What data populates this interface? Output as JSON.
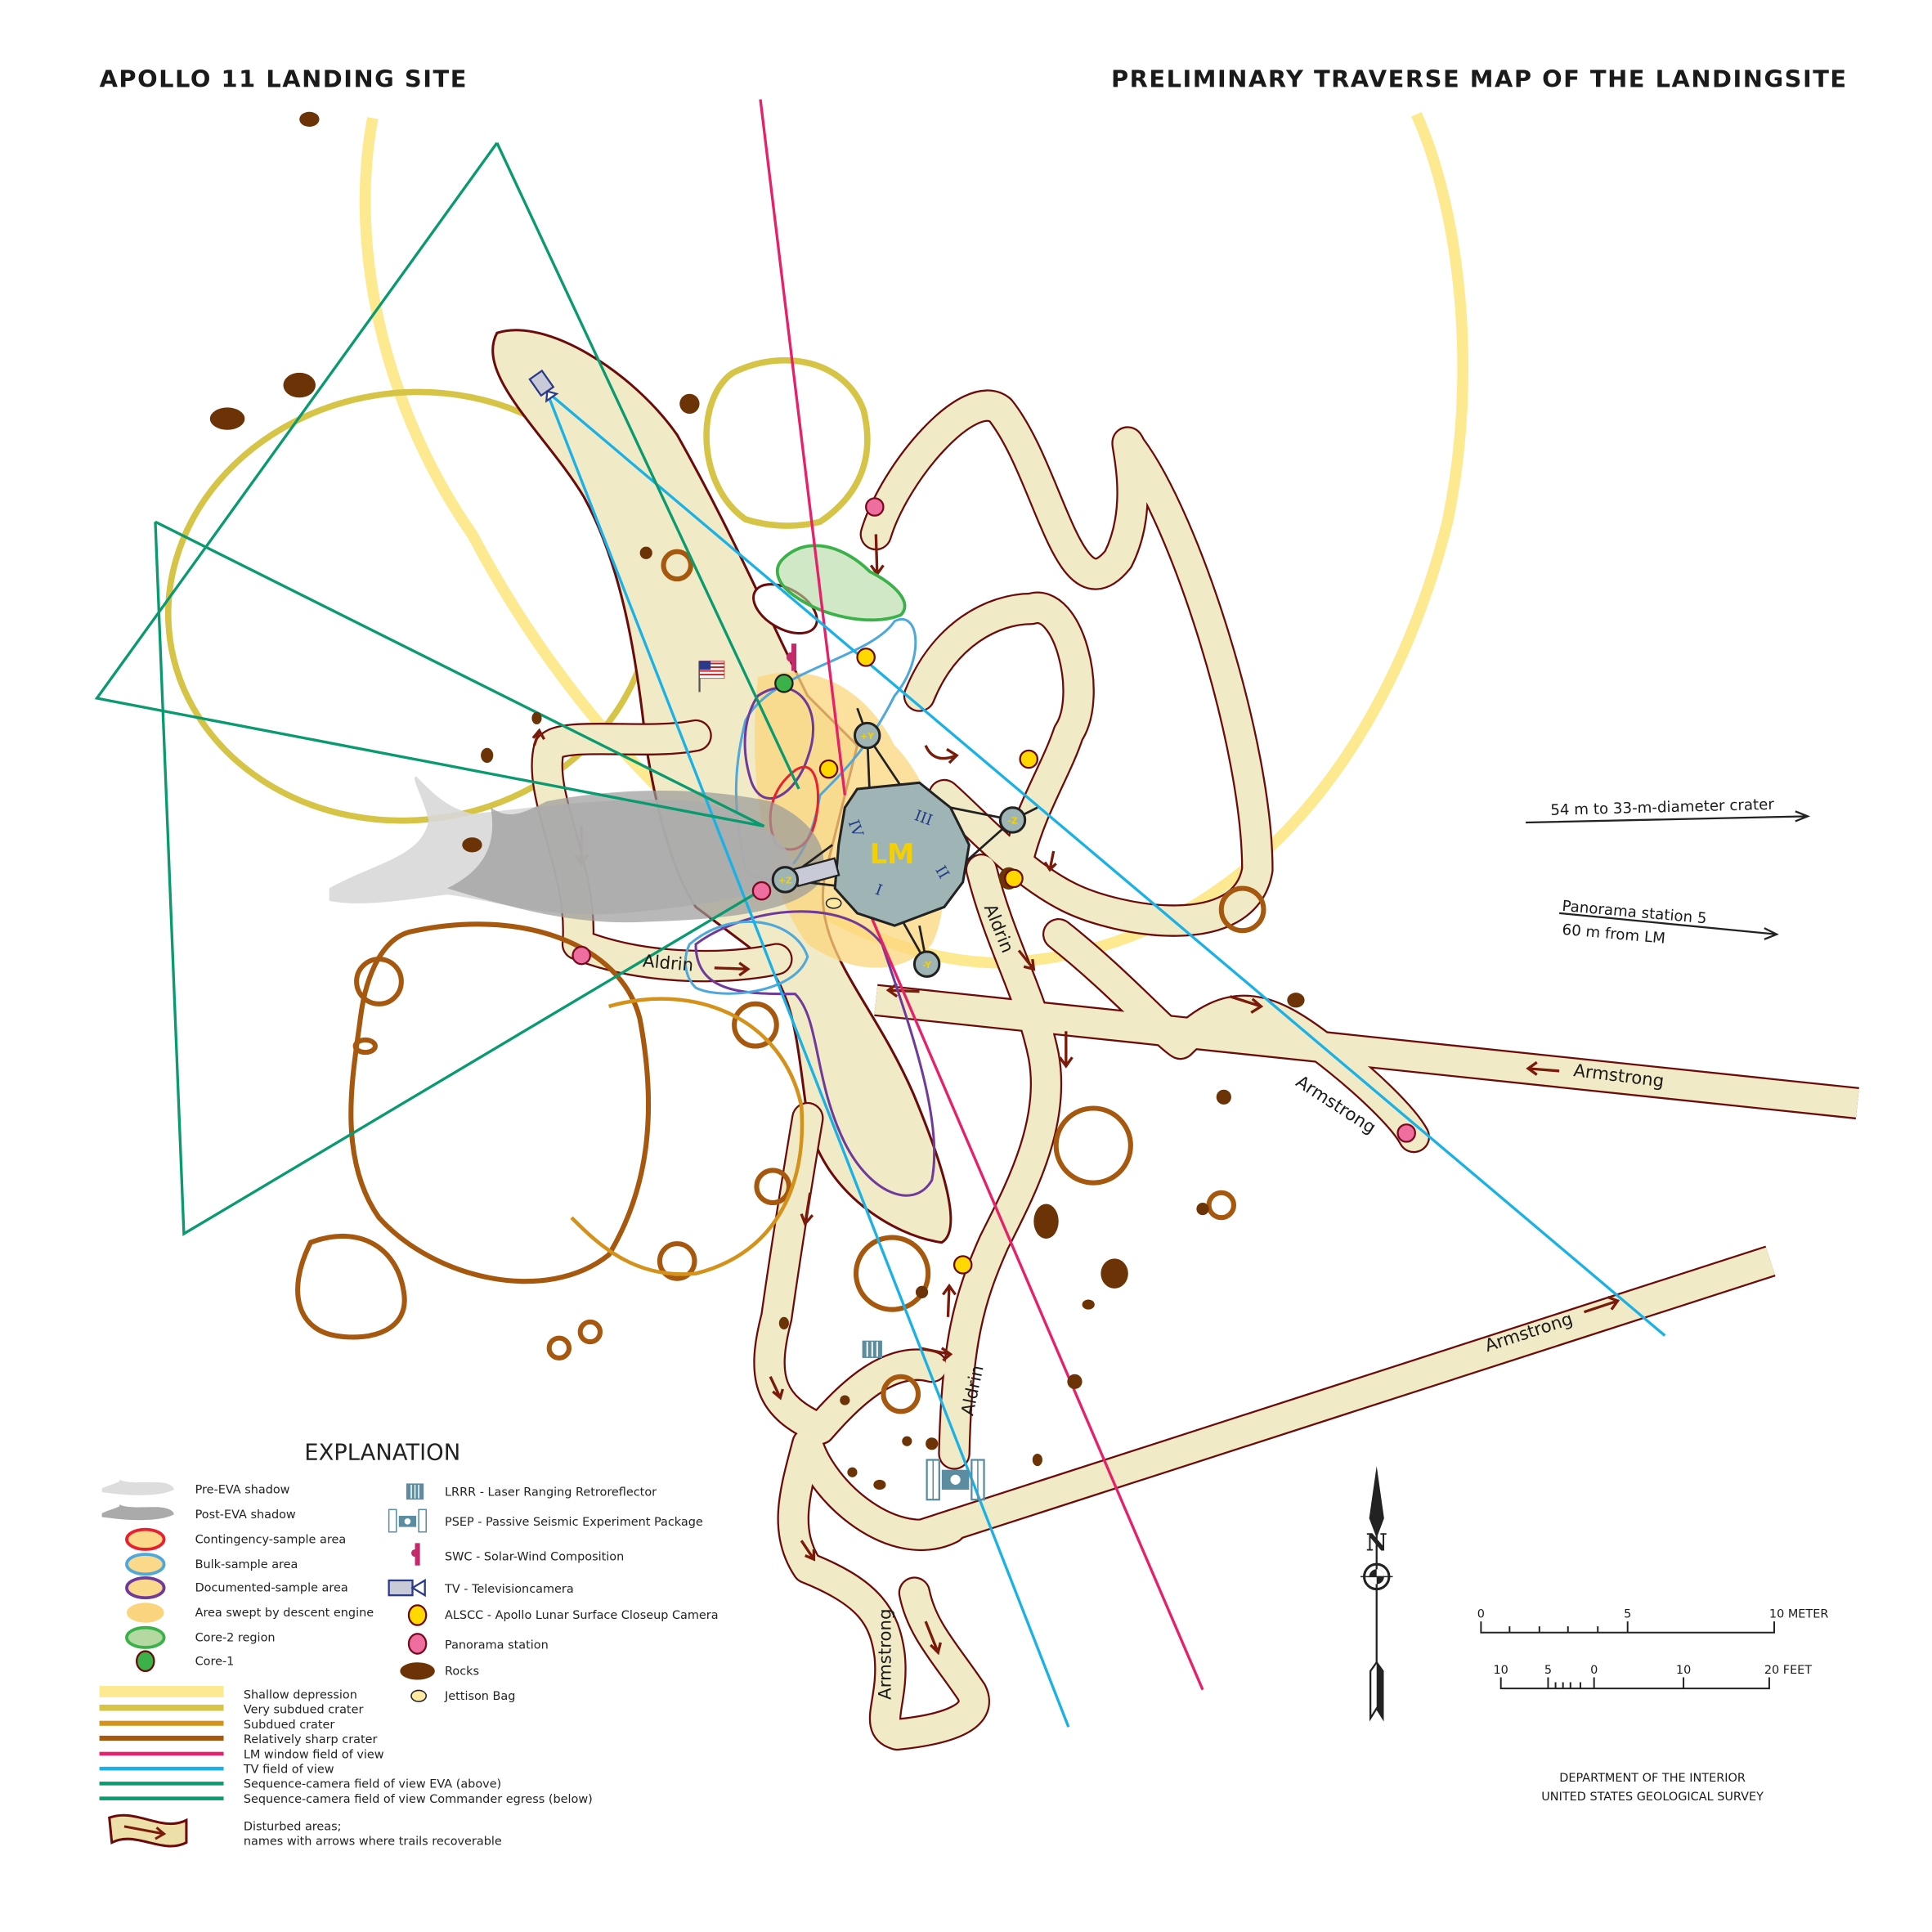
{
  "header": {
    "left_title": "APOLLO 11 LANDING SITE",
    "right_title": "PRELIMINARY TRAVERSE MAP OF THE LANDINGSITE"
  },
  "map": {
    "lm_label": "LM",
    "lm_quadrants": [
      "I",
      "II",
      "III",
      "IV"
    ],
    "antennas": {
      "plus_y": "+Y",
      "minus_y": "-Y",
      "plus_z": "+Z",
      "minus_z": "-Z"
    },
    "trail_labels": {
      "aldrin_west": "Aldrin",
      "aldrin_east": "Aldrin",
      "aldrin_south": "Aldrin",
      "armstrong_east": "Armstrong",
      "armstrong_diag": "Armstrong",
      "armstrong_southeast": "Armstrong",
      "armstrong_south": "Armstrong"
    },
    "annotations": {
      "crater_note": "54 m to 33-m-diameter crater",
      "panorama_note_line1": "Panorama station 5",
      "panorama_note_line2": "60 m from LM"
    }
  },
  "legend": {
    "title": "EXPLANATION",
    "area_items": [
      {
        "label": "Pre-EVA shadow"
      },
      {
        "label": "Post-EVA shadow"
      },
      {
        "label": "Contingency-sample area"
      },
      {
        "label": "Bulk-sample area"
      },
      {
        "label": "Documented-sample area"
      },
      {
        "label": "Area swept by descent engine"
      },
      {
        "label": "Core-2 region"
      },
      {
        "label": "Core-1"
      }
    ],
    "line_items": [
      {
        "label": "Shallow depression",
        "color": "#fde98f"
      },
      {
        "label": "Very subdued crater",
        "color": "#d5c446"
      },
      {
        "label": "Subdued crater",
        "color": "#d4921a"
      },
      {
        "label": "Relatively sharp crater",
        "color": "#a6580f"
      },
      {
        "label": "LM window field of view",
        "color": "#e8206a"
      },
      {
        "label": "TV field of view",
        "color": "#1ab2e6"
      },
      {
        "label": "Sequence-camera field of view EVA (above)",
        "color": "#0a9a70"
      },
      {
        "label": "Sequence-camera field of view Commander egress (below)",
        "color": "#0a9a70"
      }
    ],
    "disturbed": {
      "line1": "Disturbed areas;",
      "line2": "names with arrows where trails recoverable"
    },
    "instrument_items": [
      {
        "label": "LRRR - Laser Ranging Retroreflector"
      },
      {
        "label": "PSEP - Passive Seismic Experiment Package"
      },
      {
        "label": "SWC - Solar-Wind Composition"
      },
      {
        "label": "TV - Televisioncamera"
      },
      {
        "label": "ALSCC - Apollo Lunar Surface Closeup  Camera"
      },
      {
        "label": "Panorama station"
      },
      {
        "label": "Rocks"
      },
      {
        "label": "Jettison Bag"
      }
    ]
  },
  "compass": {
    "north_label": "N"
  },
  "scale_bar": {
    "meter_ticks": [
      "0",
      "5",
      "10 METER"
    ],
    "feet_ticks": [
      "10",
      "5",
      "0",
      "10",
      "20 FEET"
    ]
  },
  "credits": {
    "line1": "DEPARTMENT OF THE INTERIOR",
    "line2": "UNITED STATES GEOLOGICAL SURVEY"
  }
}
